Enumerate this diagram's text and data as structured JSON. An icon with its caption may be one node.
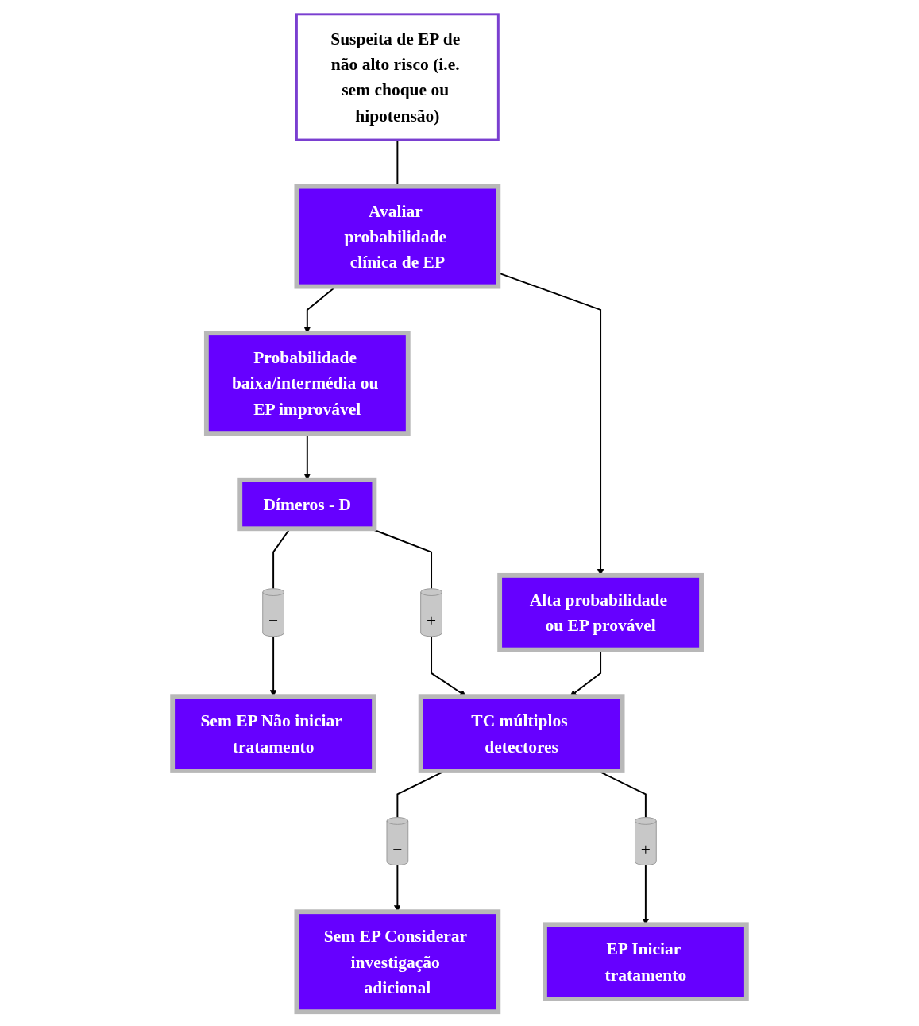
{
  "diagram": {
    "nodes": [
      {
        "text": [
          "Suspeita de EP de não alto risco (i.e. sem choque ou hipotensão)"
        ]
      },
      {
        "text": [
          "Avaliar probabilidade clínica de EP"
        ]
      },
      {
        "text": [
          "Probabilidade baixa/intermédia ou EP improvável"
        ]
      },
      {
        "text": [
          "Alta probabilidade ou EP provável"
        ]
      },
      {
        "text": [
          "Dímeros - D"
        ]
      },
      {
        "text": [
          "−"
        ]
      },
      {
        "text": [
          "+"
        ]
      },
      {
        "text": [
          "TC múltiplos detectores"
        ]
      },
      {
        "text": [
          "−"
        ]
      },
      {
        "text": [
          "+"
        ]
      },
      {
        "text": [
          "Sem EP Não iniciar tratamento"
        ]
      },
      {
        "text": [
          "Sem EP Considerar investigação adicional"
        ]
      },
      {
        "text": [
          "EP Iniciar tratamento"
        ]
      }
    ],
    "edges": [
      {
        "from": 0,
        "to": 1,
        "arrow": "none"
      },
      {
        "from": 1,
        "to": 2,
        "arrow": "to"
      },
      {
        "from": 1,
        "to": 3,
        "arrow": "to"
      },
      {
        "from": 2,
        "to": 4,
        "arrow": "to"
      },
      {
        "from": 4,
        "to": 5,
        "arrow": "none"
      },
      {
        "from": 4,
        "to": 6,
        "arrow": "none"
      },
      {
        "from": 6,
        "to": 7,
        "arrow": "to"
      },
      {
        "from": 3,
        "to": 7,
        "arrow": "to"
      },
      {
        "from": 7,
        "to": 8,
        "arrow": "none"
      },
      {
        "from": 7,
        "to": 9,
        "arrow": "none"
      },
      {
        "from": 5,
        "to": 10,
        "arrow": "to"
      },
      {
        "from": 8,
        "to": 11,
        "arrow": "to"
      },
      {
        "from": 9,
        "to": 12,
        "arrow": "to"
      }
    ]
  }
}
